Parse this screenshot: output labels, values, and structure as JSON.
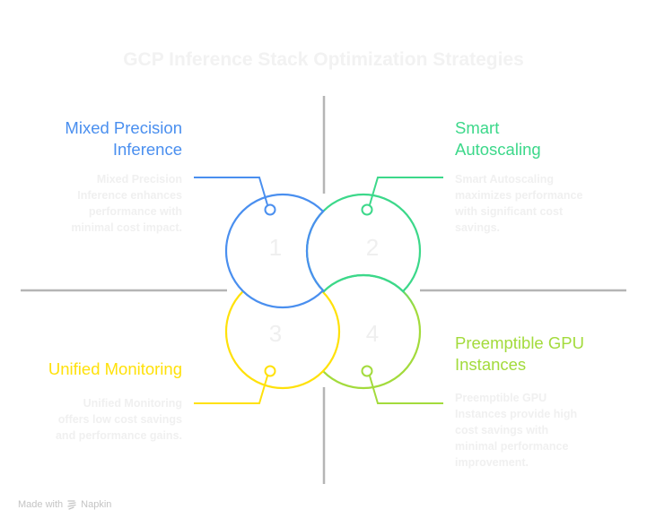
{
  "title": "GCP Inference Stack Optimization Strategies",
  "colors": {
    "blue": "#4A8FEF",
    "green": "#3CD88A",
    "yellow": "#FFE10A",
    "lime": "#A3DB3C",
    "divider": "#B5B5B5",
    "muted_text": "#F0F0F0"
  },
  "quadrants": [
    {
      "number": "1",
      "heading_lines": [
        "Mixed Precision",
        "Inference"
      ],
      "description_lines": [
        "Mixed Precision",
        "Inference enhances",
        "performance with",
        "minimal cost impact."
      ]
    },
    {
      "number": "2",
      "heading_lines": [
        "Smart",
        "Autoscaling"
      ],
      "description_lines": [
        "Smart Autoscaling",
        "maximizes performance",
        "with significant cost",
        "savings."
      ]
    },
    {
      "number": "3",
      "heading_lines": [
        "Unified Monitoring"
      ],
      "description_lines": [
        "Unified Monitoring",
        "offers low cost savings",
        "and performance gains."
      ]
    },
    {
      "number": "4",
      "heading_lines": [
        "Preemptible GPU",
        "Instances"
      ],
      "description_lines": [
        "Preemptible GPU",
        "Instances provide high",
        "cost savings with",
        "minimal performance",
        "improvement."
      ]
    }
  ],
  "footer": {
    "made_with": "Made with",
    "brand": "Napkin",
    "brand_icon": "napkin-logo-icon"
  }
}
